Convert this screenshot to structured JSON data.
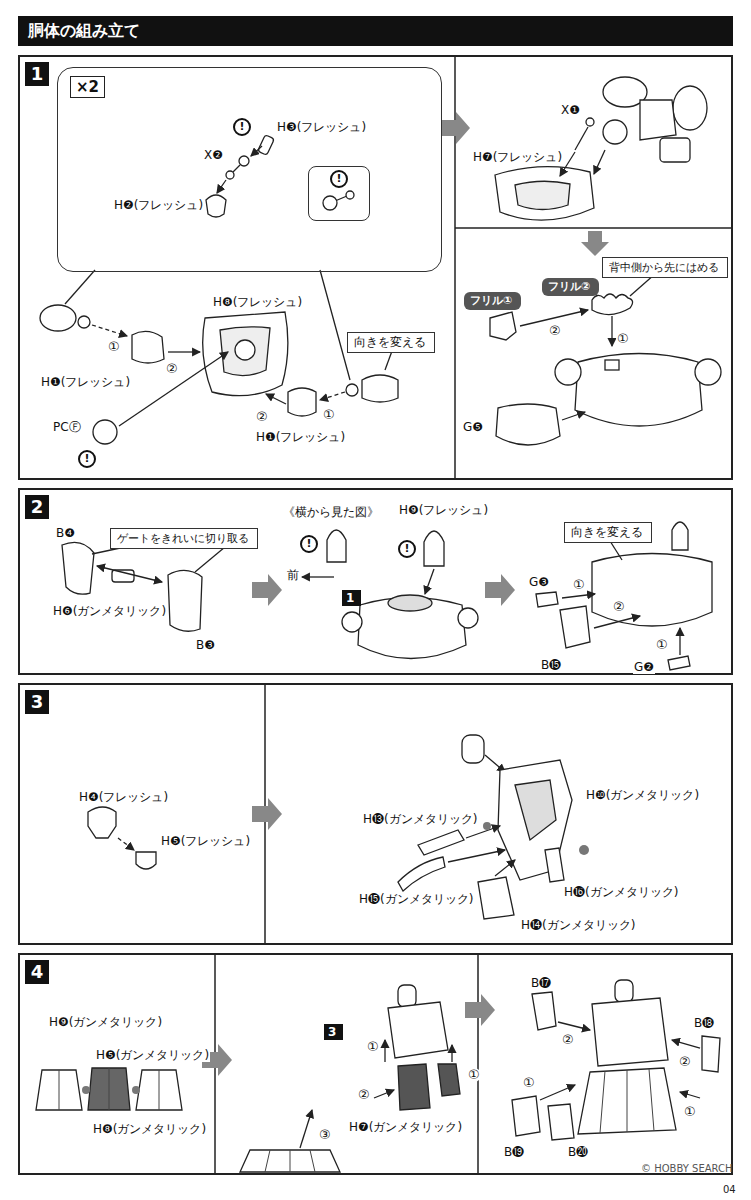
{
  "diagram": {
    "title": "胴体の組み立て",
    "nodes": [
      {
        "text": [
          "1"
        ]
      },
      {
        "text": [
          "×2"
        ],
        "in": 0
      },
      {
        "text": [
          "!"
        ],
        "in": 1
      },
      {
        "text": [
          "向きを変える"
        ],
        "in": 0
      },
      {
        "text": [
          "フリル①"
        ],
        "in": 0
      },
      {
        "text": [
          "フリル②"
        ],
        "in": 0
      },
      {
        "text": [
          "背中側から先にはめる"
        ],
        "in": 0
      },
      {
        "text": [
          "2"
        ]
      },
      {
        "text": [
          "ゲートをきれいに切り取る"
        ],
        "in": 7
      },
      {
        "text": [
          "1"
        ],
        "in": 7
      },
      {
        "text": [
          "向きを変える"
        ],
        "in": 7
      },
      {
        "text": [
          "3"
        ]
      },
      {
        "text": [
          "4"
        ]
      },
      {
        "text": [
          "3"
        ],
        "in": 12
      }
    ],
    "labels": [
      "H❸(フレッシュ)",
      "!",
      "X❷",
      "H❷(フレッシュ)",
      "①",
      "H❽(フレッシュ)",
      "②",
      "H❶(フレッシュ)",
      "①",
      "②",
      "PCⒻ",
      "!",
      "H❶(フレッシュ)",
      "X❶",
      "H❼(フレッシュ)",
      "②",
      "①",
      "G❺",
      "B❹",
      "H❻(ガンメタリック)",
      "B❸",
      "《横から見た図》",
      "H❾(フレッシュ)",
      "!",
      "!",
      "前",
      "G❸",
      "①",
      "②",
      "B⓯",
      "①",
      "G❷",
      "H❹(フレッシュ)",
      "H❺(フレッシュ)",
      "H❿(ガンメタリック)",
      "H⓭(ガンメタリック)",
      "H⓯(ガンメタリック)",
      "H⓰(ガンメタリック)",
      "H⓮(ガンメタリック)",
      "H❾(ガンメタリック)",
      "H❺(ガンメタリック)",
      "H❽(ガンメタリック)",
      "①",
      "①",
      "②",
      "③",
      "H❼(ガンメタリック)",
      "B⓱",
      "②",
      "B⓲",
      "①",
      "②",
      "①",
      "B⓳",
      "B⓴",
      "© HOBBY SEARCH",
      "04"
    ]
  }
}
